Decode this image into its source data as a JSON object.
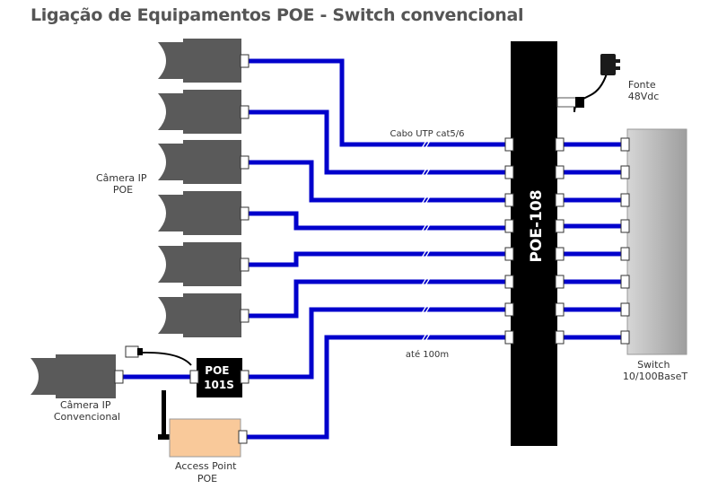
{
  "title": "Ligação de Equipamentos POE - Switch convencional",
  "labels": {
    "camera_ip_poe": [
      "Câmera IP",
      "POE"
    ],
    "camera_convencional": [
      "Câmera IP",
      "Convencional"
    ],
    "access_point": [
      "Access Point",
      "POE"
    ],
    "poe_101s": [
      "POE",
      "101S"
    ],
    "poe_108": "POE-108",
    "fonte": [
      "Fonte",
      "48Vdc"
    ],
    "switch": [
      "Switch",
      "10/100BaseT"
    ],
    "cable_type": "Cabo UTP cat5/6",
    "cable_length": "até 100m"
  },
  "colors": {
    "cable": "#0000cc",
    "device": "#5a5a5a",
    "injector": "#000000",
    "switch": "#b4b4b4",
    "access_point": "#f9c99a"
  },
  "counts": {
    "poe_cameras": 6,
    "switch_ports": 8
  }
}
